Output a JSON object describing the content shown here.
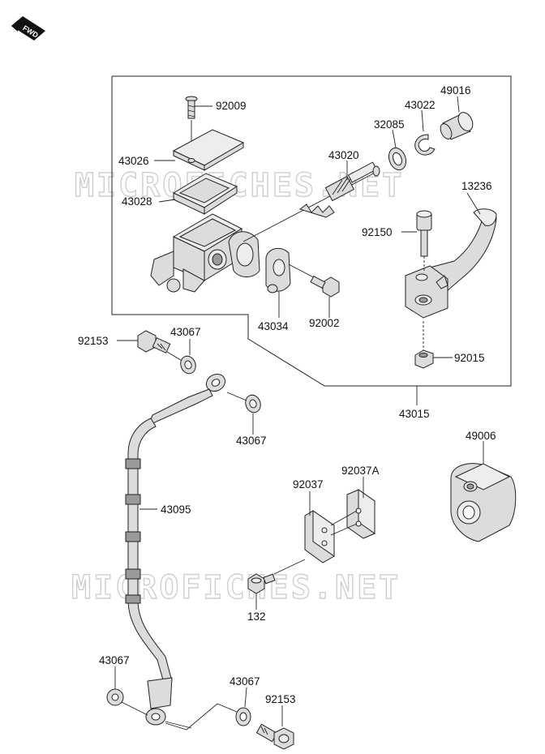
{
  "badge": {
    "text": "FWD"
  },
  "watermark": {
    "text": "MICROFICHES.NET"
  },
  "labels": {
    "p92009": "92009",
    "p43026": "43026",
    "p43028": "43028",
    "p43020": "43020",
    "p32085": "32085",
    "p43022": "43022",
    "p49016": "49016",
    "p13236": "13236",
    "p92150": "92150",
    "p43034": "43034",
    "p92002": "92002",
    "p92015": "92015",
    "p43015": "43015",
    "p92153a": "92153",
    "p43067a": "43067",
    "p43067b": "43067",
    "p43095": "43095",
    "p92037": "92037",
    "p92037A": "92037A",
    "p49006": "49006",
    "p132": "132",
    "p43067c": "43067",
    "p43067d": "43067",
    "p92153b": "92153"
  }
}
